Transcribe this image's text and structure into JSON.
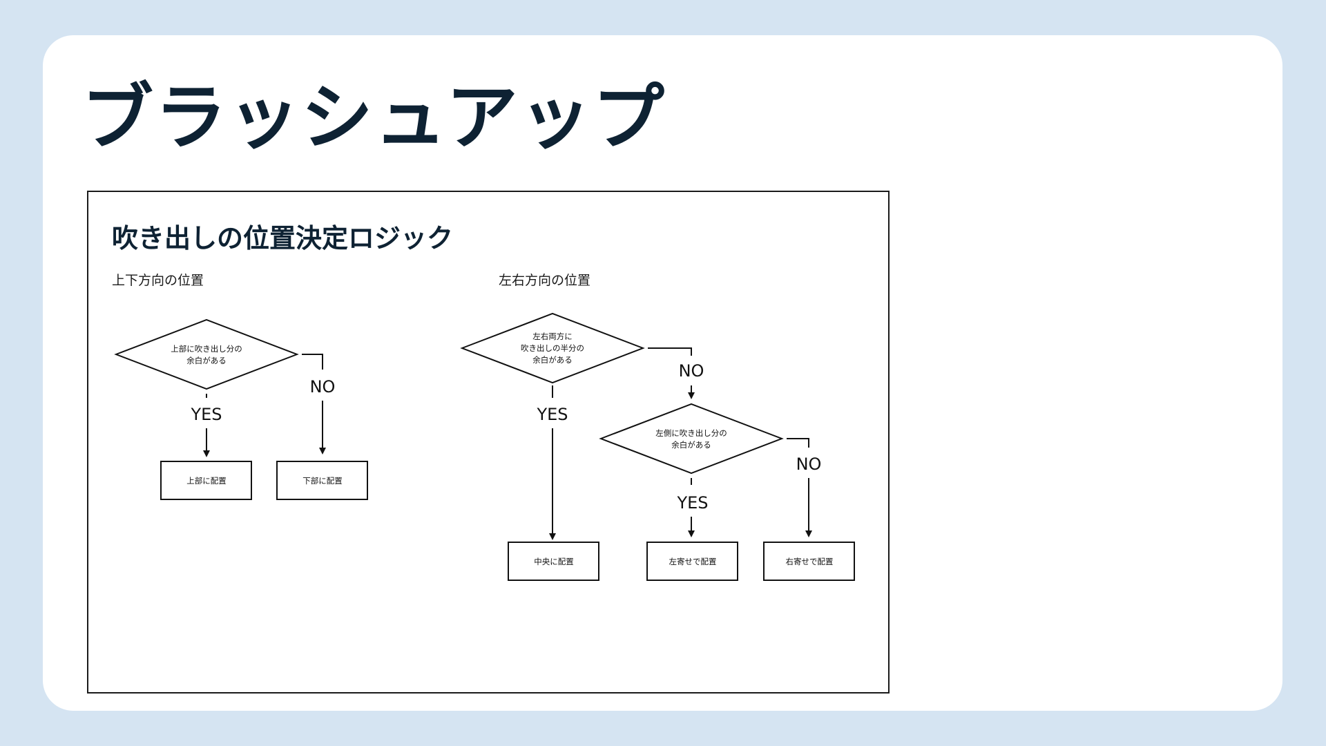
{
  "slide": {
    "title": "ブラッシュアップ"
  },
  "diagram": {
    "title": "吹き出しの位置決定ロジック",
    "vertical": {
      "heading": "上下方向の位置",
      "decision_line1": "上部に吹き出し分の",
      "decision_line2": "余白がある",
      "yes": "YES",
      "no": "NO",
      "result_yes": "上部に配置",
      "result_no": "下部に配置"
    },
    "horizontal": {
      "heading": "左右方向の位置",
      "decision1_line1": "左右両方に",
      "decision1_line2": "吹き出しの半分の",
      "decision1_line3": "余白がある",
      "yes1": "YES",
      "no1": "NO",
      "decision2_line1": "左側に吹き出し分の",
      "decision2_line2": "余白がある",
      "yes2": "YES",
      "no2": "NO",
      "result_center": "中央に配置",
      "result_left": "左寄せで配置",
      "result_right": "右寄せで配置"
    }
  },
  "colors": {
    "background": "#d5e4f2",
    "card": "#ffffff",
    "title": "#0e2233",
    "line": "#111111"
  }
}
